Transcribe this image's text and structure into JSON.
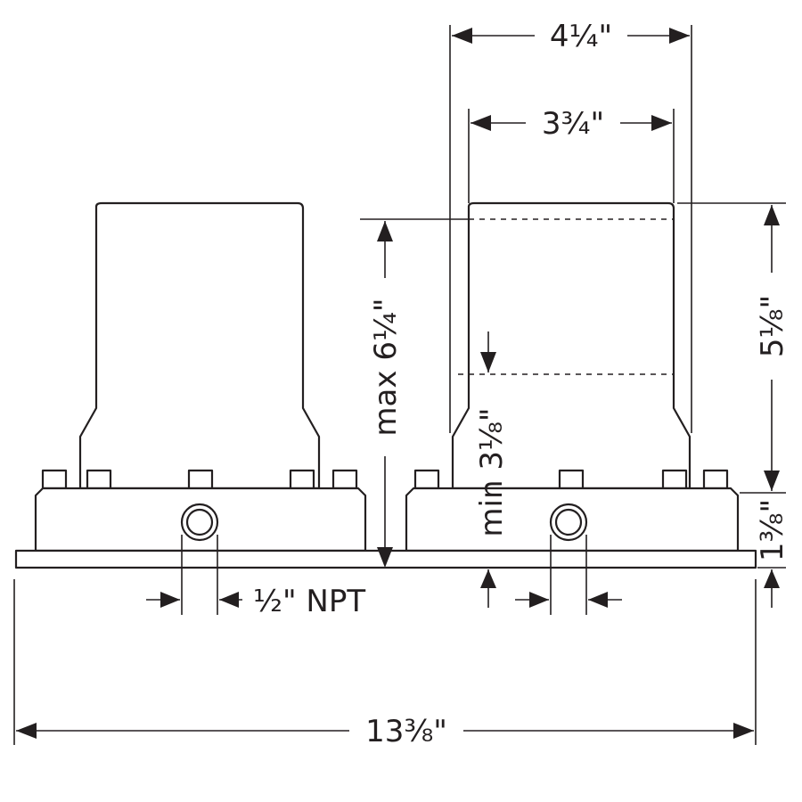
{
  "dimensions": {
    "top_width": "4¼\"",
    "inner_width": "3¾\"",
    "height_right": "5⅛\"",
    "max_height": "max 6¼\"",
    "min_depth": "min 3⅛\"",
    "base_thickness": "1⅜\"",
    "pipe_size": "½\" NPT",
    "total_width": "13⅜\""
  },
  "colors": {
    "line": "#231f20",
    "background": "#ffffff"
  }
}
